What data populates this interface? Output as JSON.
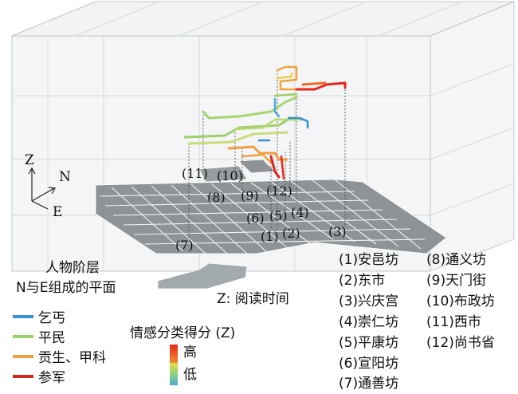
{
  "axes": {
    "z": "Z",
    "n": "N",
    "e": "E"
  },
  "z_axis_caption": "Z: 阅读时间",
  "plane_caption": "N与E组成的平面",
  "class_legend": {
    "title": "人物阶层",
    "items": [
      {
        "label": "乞丐",
        "color": "#3a8fd0"
      },
      {
        "label": "平民",
        "color": "#9fd06a"
      },
      {
        "label": "贡生、甲科",
        "color": "#f0a040"
      },
      {
        "label": "参军",
        "color": "#d8261e"
      }
    ]
  },
  "emotion_legend": {
    "title": "情感分类得分 (Z)",
    "high": "高",
    "low": "低",
    "colors": [
      "#e8271c",
      "#f3a33a",
      "#e6e04a",
      "#8fd07a",
      "#4fa8d8"
    ]
  },
  "ward_markers": [
    "(11)",
    "(10)",
    "(8)",
    "(9)",
    "(12)",
    "(6)",
    "(5)",
    "(4)",
    "(1)",
    "(2)",
    "(3)",
    "(7)"
  ],
  "wards": [
    "(1)安邑坊",
    "(2)东市",
    "(3)兴庆宫",
    "(4)崇仁坊",
    "(5)平康坊",
    "(6)宣阳坊",
    "(7)通善坊",
    "(8)通义坊",
    "(9)天门街",
    "(10)布政坊",
    "(11)西市",
    "(12)尚书省"
  ]
}
